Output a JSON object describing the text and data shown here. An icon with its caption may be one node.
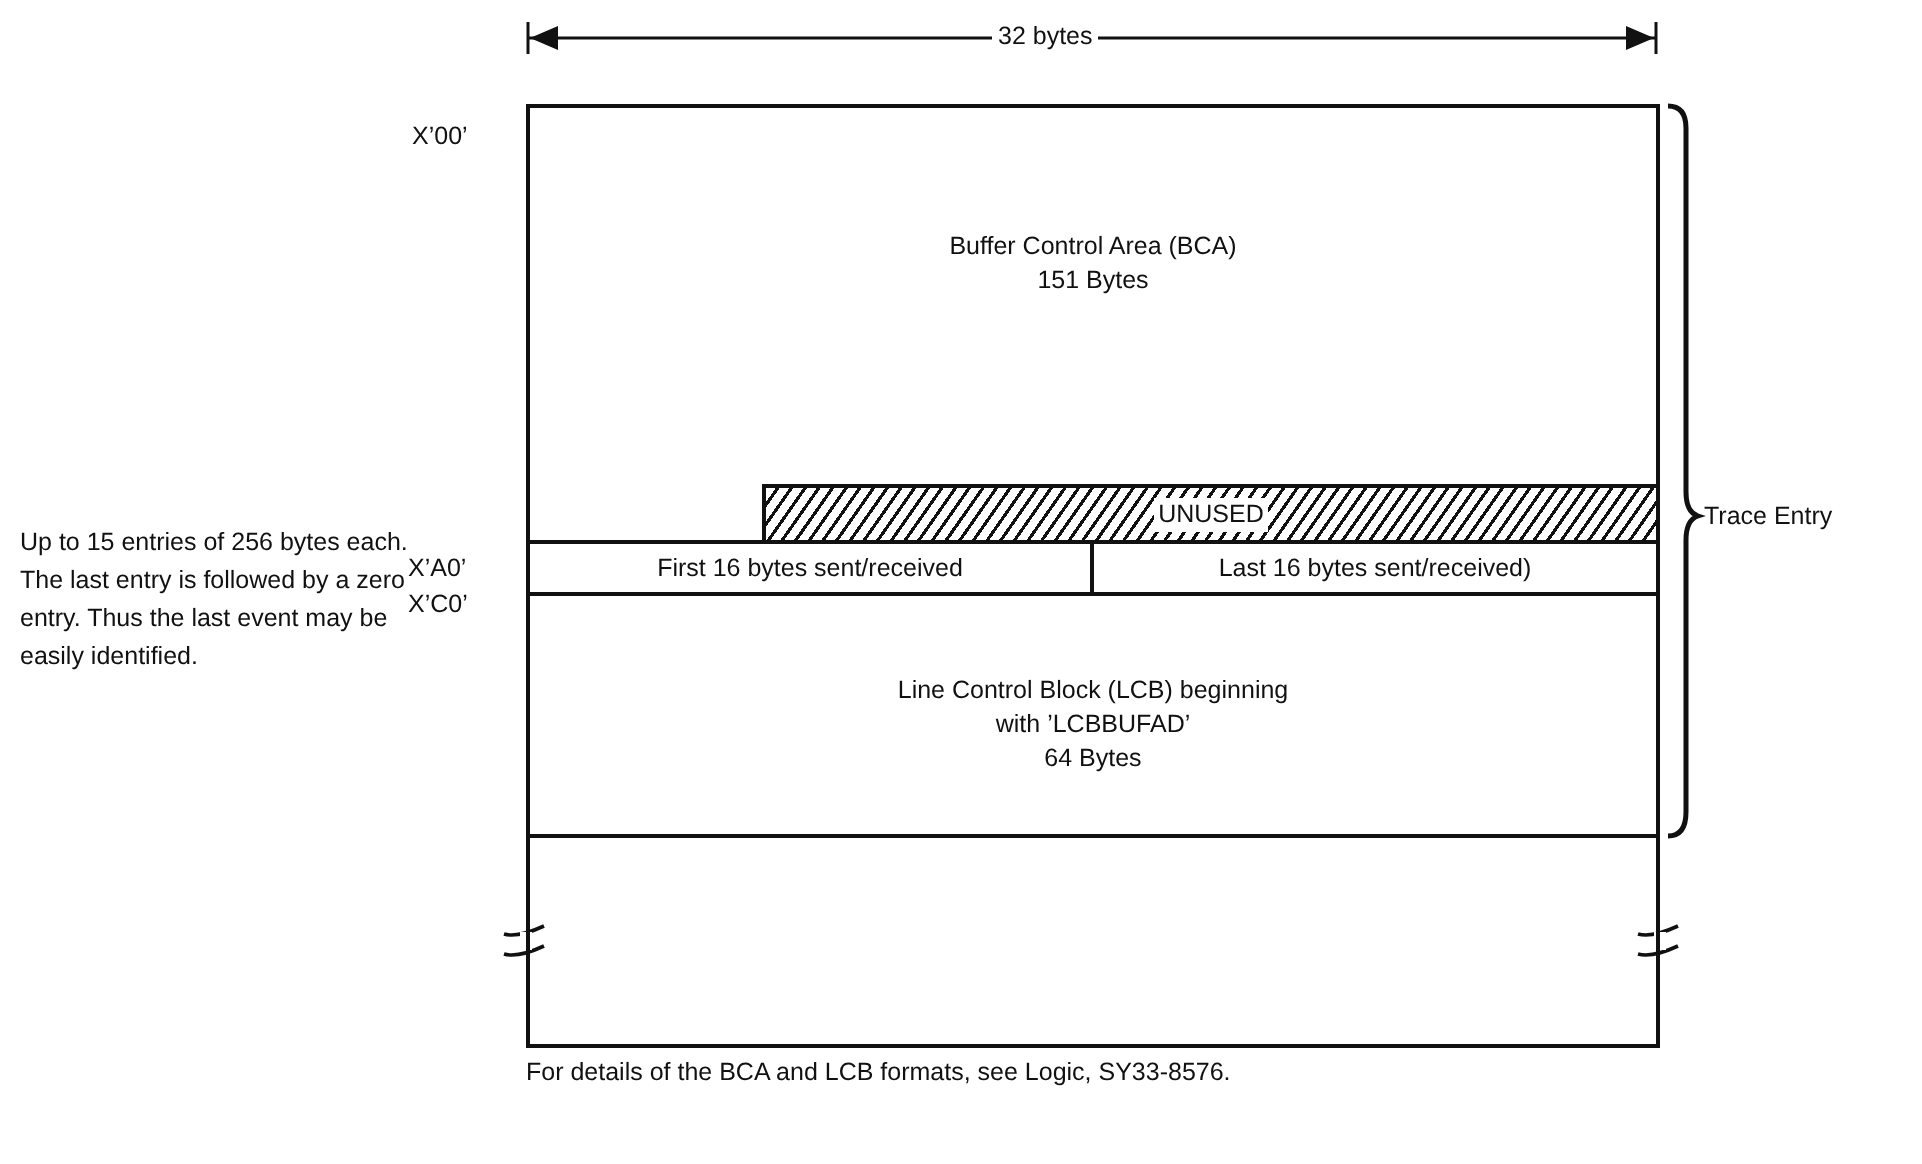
{
  "diagram": {
    "caption": "For details of the BCA and LCB formats, see Logic, SY33-8576.",
    "nodes": [
      {
        "text": [
          "Buffer Control Area (BCA)",
          "151 Bytes"
        ]
      },
      {
        "text": [
          "UNUSED"
        ],
        "in": 0
      },
      {
        "text": [
          "First 16 bytes sent/received"
        ]
      },
      {
        "text": [
          "Last 16 bytes sent/received)"
        ]
      },
      {
        "text": [
          "Line Control Block (LCB) beginning with ’LCBBUFAD’",
          "64 Bytes"
        ]
      },
      {
        "text": [],
        "shape": "box"
      }
    ],
    "labels": [
      "32 bytes",
      "X’00’",
      "Up to 15 entries of 256 bytes each. The last entry is followed by a zero entry. Thus the last event may be easily identified.",
      "Trace Entry",
      "X’A0’",
      "X’C0’"
    ]
  }
}
